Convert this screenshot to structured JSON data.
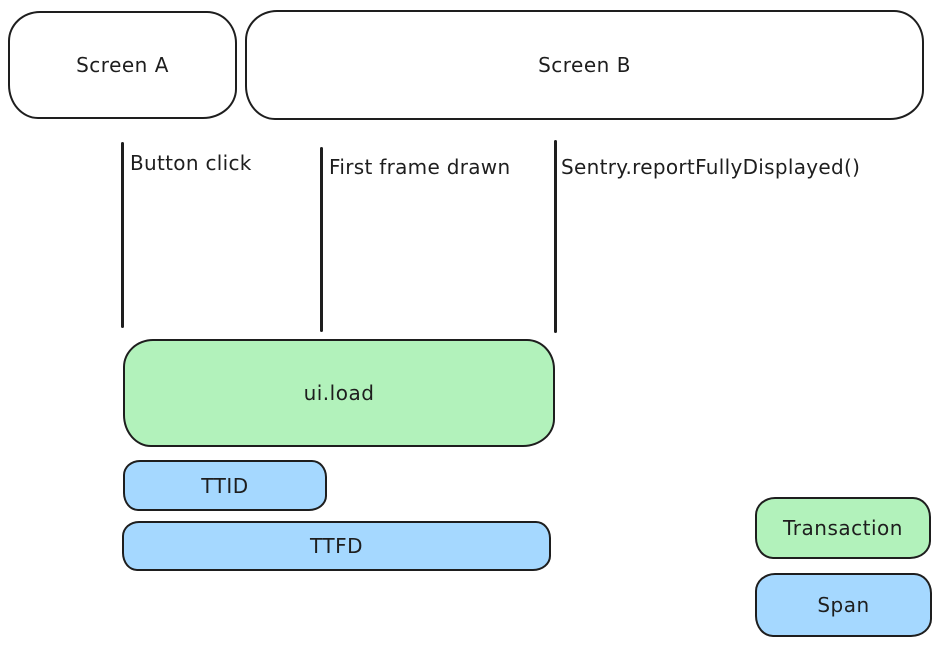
{
  "diagram": {
    "title": "screen-load-timeline",
    "screens": [
      {
        "id": "screen-a",
        "label": "Screen A"
      },
      {
        "id": "screen-b",
        "label": "Screen B"
      }
    ],
    "events": [
      {
        "id": "button-click",
        "label": "Button click"
      },
      {
        "id": "first-frame-drawn",
        "label": "First frame drawn"
      },
      {
        "id": "report-fully-displayed",
        "label": "Sentry.reportFullyDisplayed()"
      }
    ],
    "bars": [
      {
        "id": "ui-load",
        "label": "ui.load",
        "type": "transaction"
      },
      {
        "id": "ttid",
        "label": "TTID",
        "type": "span"
      },
      {
        "id": "ttfd",
        "label": "TTFD",
        "type": "span"
      }
    ],
    "legend": [
      {
        "id": "transaction",
        "label": "Transaction",
        "color": "#b2f2bb"
      },
      {
        "id": "span",
        "label": "Span",
        "color": "#a5d8ff"
      }
    ],
    "colors": {
      "stroke": "#1e1e1e",
      "transaction_fill": "#b2f2bb",
      "span_fill": "#a5d8ff",
      "background": "#ffffff"
    }
  }
}
